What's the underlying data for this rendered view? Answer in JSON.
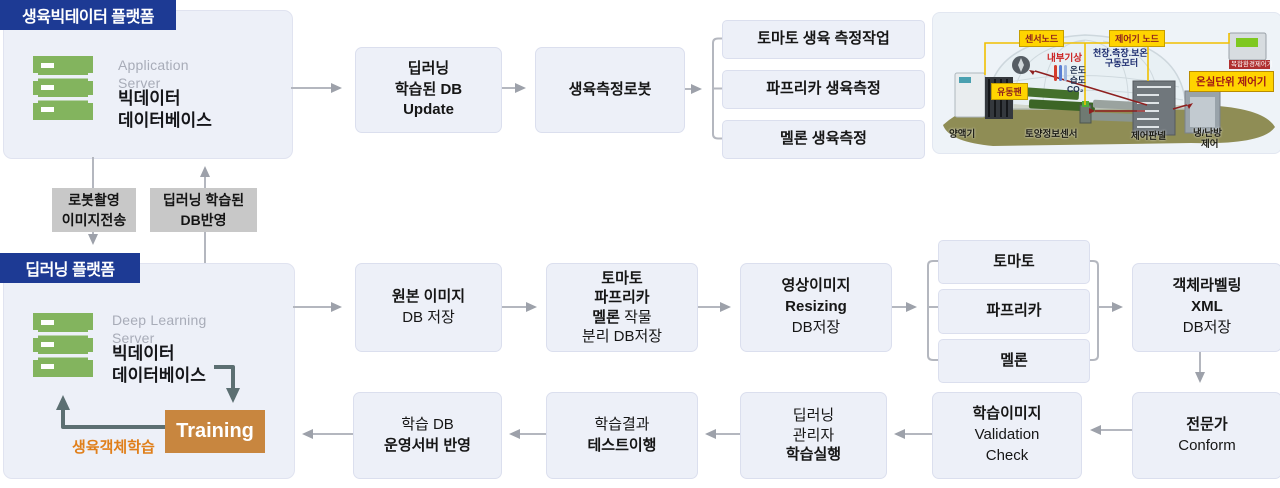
{
  "colors": {
    "badge_navy": "#1d3a94",
    "box_fill": "#edf0f8",
    "box_border": "#dbdfee",
    "arrow_gray": "#b4b7bf",
    "slate_arrow": "#5c6f72",
    "training_orange": "#c8863f",
    "loop_orange": "#e07f1a",
    "server_green": "#83b45e",
    "chip_gray": "#c8c8c8"
  },
  "platform_growth": {
    "badge": "생육빅테이터 플랫폼",
    "server_type": [
      "Application",
      "Server"
    ],
    "server_name": [
      "빅데이터",
      "데이터베이스"
    ]
  },
  "platform_deep": {
    "badge": "딥러닝 플랫폼",
    "server_type": [
      "Deep Learning",
      "Server"
    ],
    "server_name": [
      "빅데이터",
      "데이터베이스"
    ],
    "training_label": "Training",
    "loop_label": "생육객체학습"
  },
  "transfer_chips": {
    "robot_upload": [
      "로봇촬영",
      "이미지전송"
    ],
    "db_apply": [
      "딥러닝 학습된",
      "DB반영"
    ]
  },
  "flow_top": {
    "db_update": [
      [
        {
          "t": "딥러닝",
          "b": true
        }
      ],
      [
        {
          "t": "학습된 DB",
          "b": true
        }
      ],
      [
        {
          "t": "Update",
          "b": true
        }
      ]
    ],
    "robot": [
      [
        {
          "t": "생육측정로봇",
          "b": true
        }
      ]
    ],
    "task_tomato": [
      [
        {
          "t": "토마토 생육 측정작업",
          "b": true
        }
      ]
    ],
    "task_paprika": [
      [
        {
          "t": "파프리카 생육측정",
          "b": true
        }
      ]
    ],
    "task_melon": [
      [
        {
          "t": "멜론 생육측정",
          "b": true
        }
      ]
    ]
  },
  "flow_bottom": {
    "original_image": [
      [
        {
          "t": "원본 이미지",
          "b": true
        }
      ],
      [
        {
          "t": "DB 저장",
          "b": false
        }
      ]
    ],
    "crop_split": [
      [
        {
          "t": "토마토",
          "b": true
        }
      ],
      [
        {
          "t": "파프리카",
          "b": true
        }
      ],
      [
        {
          "t": "멜론 ",
          "b": true
        },
        {
          "t": "작물",
          "b": false
        }
      ],
      [
        {
          "t": "분리 DB저장",
          "b": false
        }
      ]
    ],
    "resizing": [
      [
        {
          "t": "영상이미지",
          "b": true
        }
      ],
      [
        {
          "t": "Resizing",
          "b": true
        }
      ],
      [
        {
          "t": "DB저장",
          "b": false
        }
      ]
    ],
    "crop_tomato": [
      [
        {
          "t": "토마토",
          "b": true
        }
      ]
    ],
    "crop_paprika": [
      [
        {
          "t": "파프리카",
          "b": true
        }
      ]
    ],
    "crop_melon": [
      [
        {
          "t": "멜론",
          "b": true
        }
      ]
    ],
    "labeling": [
      [
        {
          "t": "객체라벨링",
          "b": true
        }
      ],
      [
        {
          "t": "XML",
          "b": true
        }
      ],
      [
        {
          "t": "DB저장",
          "b": false
        }
      ]
    ],
    "expert": [
      [
        {
          "t": "전문가",
          "b": true
        }
      ],
      [
        {
          "t": "Conform",
          "b": false
        }
      ]
    ],
    "validation": [
      [
        {
          "t": "학습이미지",
          "b": true
        }
      ],
      [
        {
          "t": "Validation",
          "b": false
        }
      ],
      [
        {
          "t": "Check",
          "b": false
        }
      ]
    ],
    "training_run": [
      [
        {
          "t": "딥러닝",
          "b": false
        }
      ],
      [
        {
          "t": "관리자",
          "b": false
        }
      ],
      [
        {
          "t": "학습실행",
          "b": true
        }
      ]
    ],
    "test_run": [
      [
        {
          "t": "학습결과",
          "b": false
        }
      ],
      [
        {
          "t": "테스트이행",
          "b": true
        }
      ]
    ],
    "deploy": [
      [
        {
          "t": "학습 DB",
          "b": false
        }
      ],
      [
        {
          "t": "운영서버 반영",
          "b": true
        }
      ]
    ]
  },
  "greenhouse": {
    "labels": {
      "sensor_node": "센서노드",
      "controller_node": "제어기 노드",
      "greenhouse_controller": "온실단위 제어기",
      "device_caption": "복합환경제어기",
      "indoor_weather": "내부기상",
      "motor_line1": "천장.측장.보온",
      "motor_line2": "구동모터",
      "fan": "유동팬",
      "temp": "온도",
      "humidity": "습도",
      "co2": "CO₂",
      "nutrient_machine": "양액기",
      "soil_sensor": "토양정보센서",
      "control_panel": "제어판넬",
      "hvac_line1": "냉/난방",
      "hvac_line2": "제어"
    }
  }
}
